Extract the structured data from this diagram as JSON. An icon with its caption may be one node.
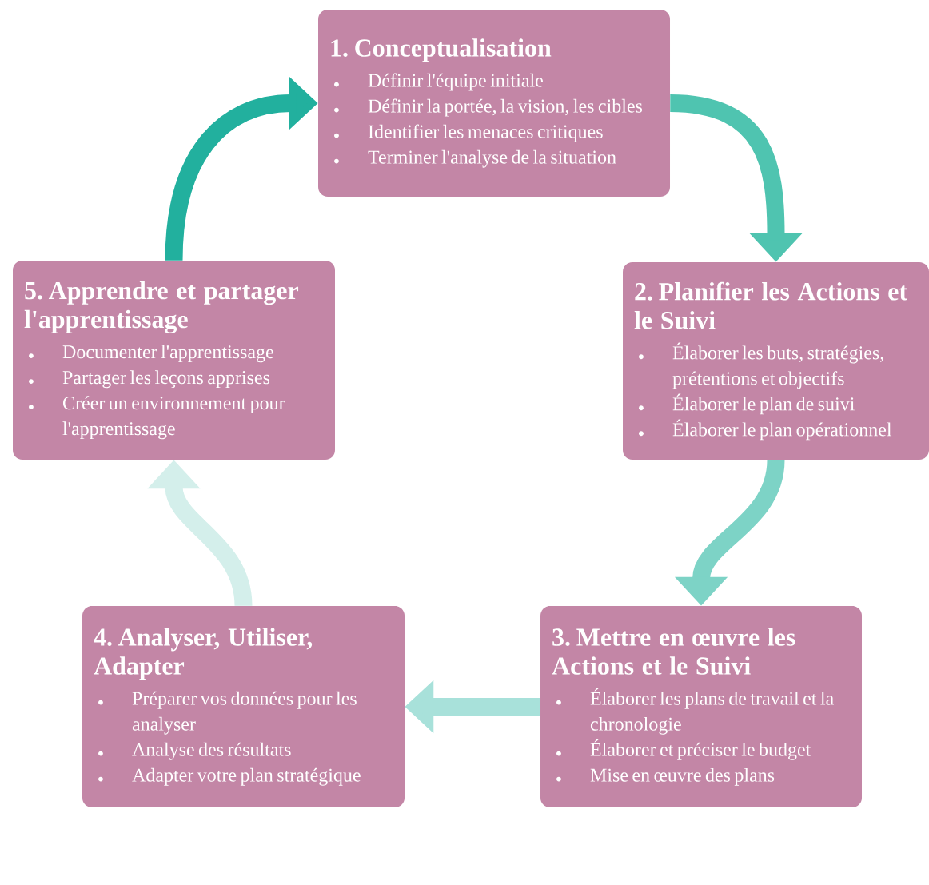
{
  "diagram": {
    "nodes": [
      {
        "text": [
          "1. Conceptualisation",
          "Définir l'équipe initiale",
          "Définir la portée, la vision, les cibles",
          "Identifier les menaces critiques",
          "Terminer l'analyse de la situation"
        ]
      },
      {
        "text": [
          "2. Planifier les Actions et le Suivi",
          "Élaborer les buts, stratégies, prétentions et objectifs",
          "Élaborer le plan de suivi",
          "Élaborer le plan opérationnel"
        ]
      },
      {
        "text": [
          "3. Mettre en œuvre les Actions et le Suivi",
          "Élaborer les plans de travail et la chronologie",
          "Élaborer et préciser le budget",
          "Mise en œuvre des plans"
        ]
      },
      {
        "text": [
          "4. Analyser, Utiliser, Adapter",
          "Préparer vos données pour les analyser",
          "Analyse des résultats",
          "Adapter votre plan stratégique"
        ]
      },
      {
        "text": [
          "5. Apprendre et partager l'apprentissage",
          "Documenter l'apprentissage",
          "Partager les leçons apprises",
          "Créer un environnement pour l'apprentissage"
        ]
      }
    ],
    "edges": [
      {
        "from": 0,
        "to": 1,
        "arrow": "to",
        "color": "#4fc4b0"
      },
      {
        "from": 1,
        "to": 2,
        "arrow": "to",
        "color": "#7dd3c6"
      },
      {
        "from": 2,
        "to": 3,
        "arrow": "to",
        "color": "#a8e1da"
      },
      {
        "from": 3,
        "to": 4,
        "arrow": "to",
        "color": "#d4efeb"
      },
      {
        "from": 4,
        "to": 0,
        "arrow": "to",
        "color": "#22b09e"
      }
    ]
  }
}
